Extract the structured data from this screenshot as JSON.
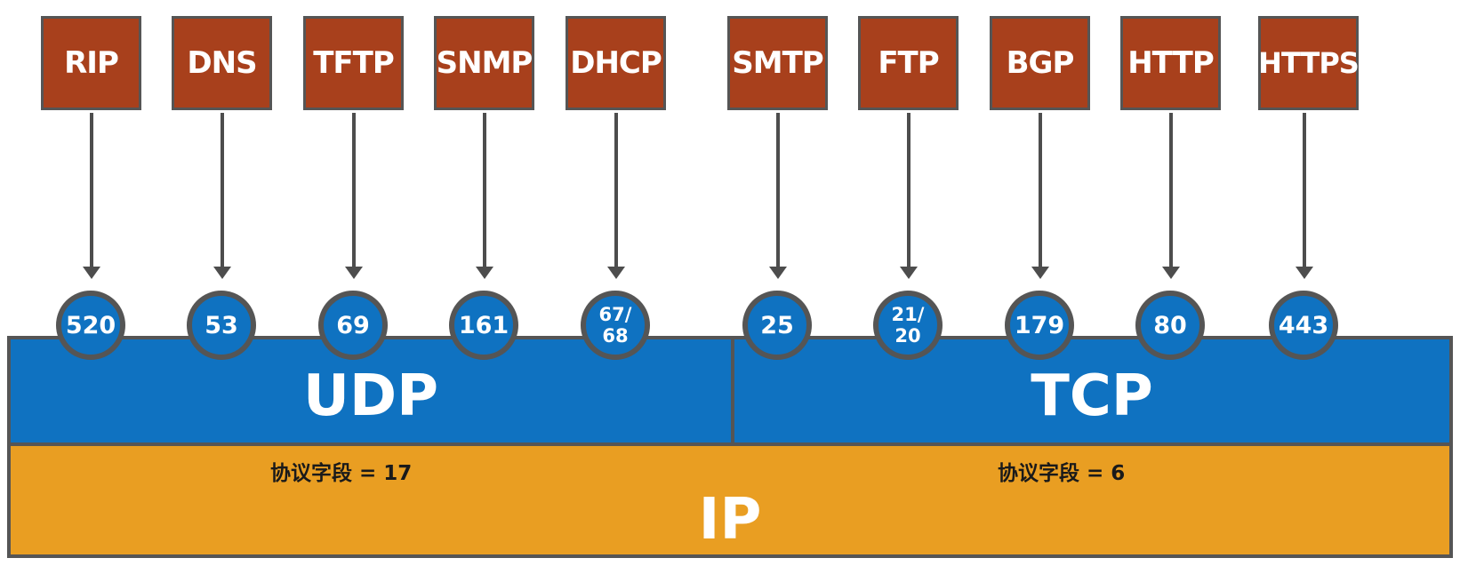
{
  "protocols": [
    {
      "label": "RIP",
      "port": "520"
    },
    {
      "label": "DNS",
      "port": "53"
    },
    {
      "label": "TFTP",
      "port": "69"
    },
    {
      "label": "SNMP",
      "port": "161"
    },
    {
      "label": "DHCP",
      "port_line1": "67/",
      "port_line2": "68"
    },
    {
      "label": "SMTP",
      "port": "25"
    },
    {
      "label": "FTP",
      "port_line1": "21/",
      "port_line2": "20"
    },
    {
      "label": "BGP",
      "port": "179"
    },
    {
      "label": "HTTP",
      "port": "80"
    },
    {
      "label": "HTTPS",
      "port": "443"
    }
  ],
  "layers": {
    "udp": "UDP",
    "tcp": "TCP",
    "ip": "IP",
    "udp_field": "协议字段 = 17",
    "tcp_field": "协议字段 = 6"
  },
  "colors": {
    "protocol_box": "#a8401c",
    "transport": "#0f72c1",
    "ip": "#e99e22",
    "border": "#555555"
  }
}
